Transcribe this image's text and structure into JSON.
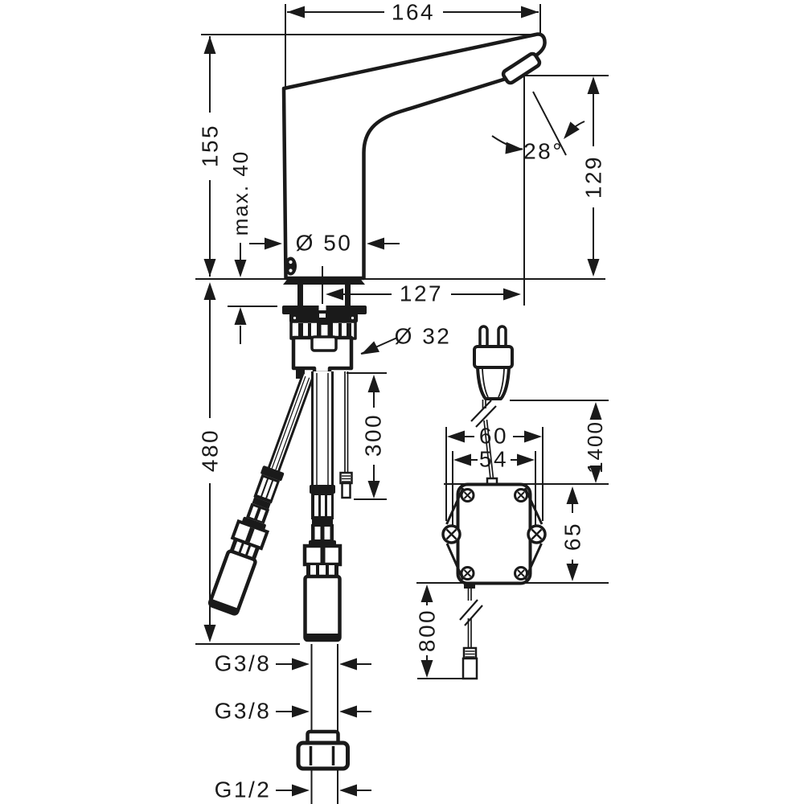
{
  "diagram": {
    "type": "technical-dimension-drawing",
    "subject": "electronic sensor basin faucet with supply hoses, power plug and control box",
    "units": "mm",
    "labels": {
      "spout_width": "164",
      "total_height": "155",
      "max_mounting_thickness": "max. 40",
      "body_diameter": "Ø 50",
      "spout_angle": "28°",
      "outlet_height": "129",
      "spout_reach": "127",
      "hole_diameter": "Ø 32",
      "hose_length": "480",
      "sensor_cable_length": "300",
      "box_outer_width": "60",
      "box_screw_width": "54",
      "plug_cable_length": "1400",
      "box_height": "65",
      "box_cable_length": "800",
      "thread_top": "G3/8",
      "thread_mid": "G3/8",
      "thread_bottom": "G1/2"
    }
  }
}
